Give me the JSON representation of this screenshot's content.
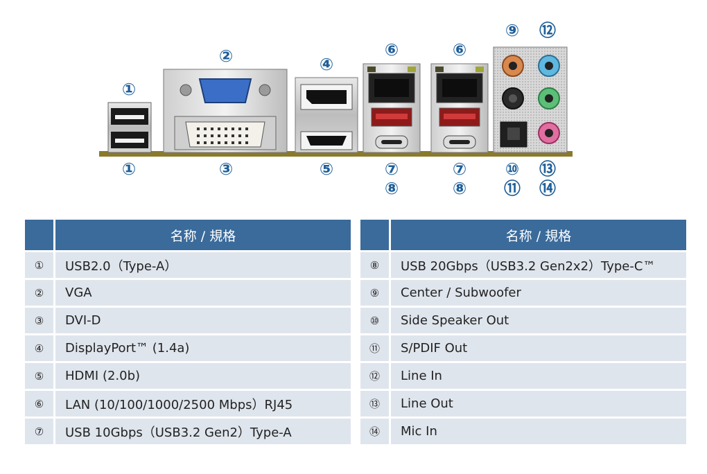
{
  "panel": {
    "callouts": {
      "c1_top": "①",
      "c2": "②",
      "c4": "④",
      "c6a": "⑥",
      "c6b": "⑥",
      "c9": "⑨",
      "c12": "⑫",
      "c1_bot": "①",
      "c3": "③",
      "c5": "⑤",
      "c7a": "⑦",
      "c8a": "⑧",
      "c7b": "⑦",
      "c8b": "⑧",
      "c10": "⑩",
      "c11": "⑪",
      "c13": "⑬",
      "c14": "⑭"
    }
  },
  "table_left": {
    "header": "名称 / 規格",
    "rows": [
      {
        "num": "①",
        "text": "USB2.0（Type-A）"
      },
      {
        "num": "②",
        "text": "VGA"
      },
      {
        "num": "③",
        "text": "DVI-D"
      },
      {
        "num": "④",
        "text": "DisplayPort™ (1.4a)"
      },
      {
        "num": "⑤",
        "text": "HDMI (2.0b)"
      },
      {
        "num": "⑥",
        "text": "LAN (10/100/1000/2500 Mbps）RJ45"
      },
      {
        "num": "⑦",
        "text": "USB 10Gbps（USB3.2 Gen2）Type-A"
      }
    ]
  },
  "table_right": {
    "header": "名称 / 規格",
    "rows": [
      {
        "num": "⑧",
        "text": "USB 20Gbps（USB3.2 Gen2x2）Type-C™"
      },
      {
        "num": "⑨",
        "text": "Center / Subwoofer"
      },
      {
        "num": "⑩",
        "text": "Side Speaker Out"
      },
      {
        "num": "⑪",
        "text": "S/PDIF Out"
      },
      {
        "num": "⑫",
        "text": "Line In"
      },
      {
        "num": "⑬",
        "text": "Line Out"
      },
      {
        "num": "⑭",
        "text": "Mic In"
      }
    ]
  },
  "colors": {
    "header_bg": "#3a6b9b",
    "row_bg": "#dfe5ed",
    "callout": "#1f5f99",
    "pcb": "#8a7a2a"
  }
}
